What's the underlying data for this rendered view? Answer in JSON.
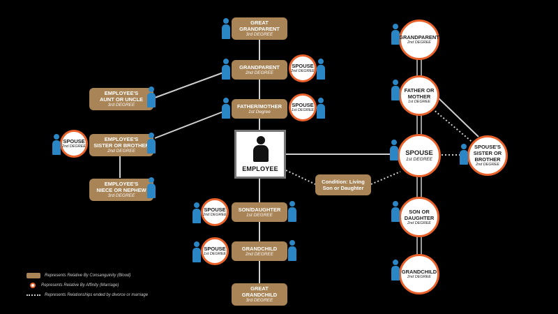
{
  "colors": {
    "blood": "#a98457",
    "marriage_border": "#e9622c",
    "person_icon": "#2b86c5",
    "line": "#cfcfcf"
  },
  "employee": {
    "label": "EMPLOYEE"
  },
  "condition": {
    "label": "Condition: Living\nSon or Daughter"
  },
  "boxes": {
    "great_grandparent": {
      "name": "GREAT\nGRANDPARENT",
      "degree": "3rd DEGREE"
    },
    "grandparent": {
      "name": "GRANDPARENT",
      "degree": "2nd DEGREE"
    },
    "father_mother": {
      "name": "FATHER/MOTHER",
      "degree": "1st Degree"
    },
    "aunt_uncle": {
      "name": "EMPLOYEE'S\nAUNT OR UNCLE",
      "degree": "3rd DEGREE"
    },
    "sister_brother": {
      "name": "EMPLOYEE'S\nSISTER OR BROTHER",
      "degree": "2nd DEGREE"
    },
    "niece_nephew": {
      "name": "EMPLOYEE'S\nNIECE OR NEPHEW",
      "degree": "3rd DEGREE"
    },
    "son_daughter": {
      "name": "SON/DAUGHTER",
      "degree": "1st DEGREE"
    },
    "grandchild": {
      "name": "GRANDCHILD",
      "degree": "2nd DEGREE"
    },
    "great_grandchild": {
      "name": "GREAT\nGRANDCHILD",
      "degree": "3rd DEGREE"
    }
  },
  "circles": {
    "spouse_grandparent": {
      "name": "SPOUSE",
      "degree": "2nd DEGREE"
    },
    "spouse_parent": {
      "name": "SPOUSE",
      "degree": "1st DEGREE"
    },
    "spouse_sibling": {
      "name": "SPOUSE",
      "degree": "2nd DEGREE"
    },
    "spouse_son": {
      "name": "SPOUSE",
      "degree": "2nd DEGREE"
    },
    "spouse_grandchild": {
      "name": "SPOUSE",
      "degree": "1st DEGREE"
    },
    "inlaw_grandparent": {
      "name": "GRANDPARENT",
      "degree": "2nd DEGREE"
    },
    "inlaw_father_mother": {
      "name": "FATHER OR\nMOTHER",
      "degree": "1st DEGREE"
    },
    "spouse_main": {
      "name": "SPOUSE",
      "degree": "1st DEGREE"
    },
    "spouse_sister_brother": {
      "name": "SPOUSE'S\nSISTER OR\nBROTHER",
      "degree": "2nd DEGREE"
    },
    "inlaw_son_daughter": {
      "name": "SON OR\nDAUGHTER",
      "degree": "2nd DEGREE"
    },
    "inlaw_grandchild": {
      "name": "GRANDCHILD",
      "degree": "2nd DEGREE"
    }
  },
  "legend": {
    "blood": "Represents Relative By Consanguinity (Blood)",
    "marriage": "Represents Relative By Affinity (Marriage)",
    "ended": "Represents Relationships ended by divorce or marriage"
  }
}
